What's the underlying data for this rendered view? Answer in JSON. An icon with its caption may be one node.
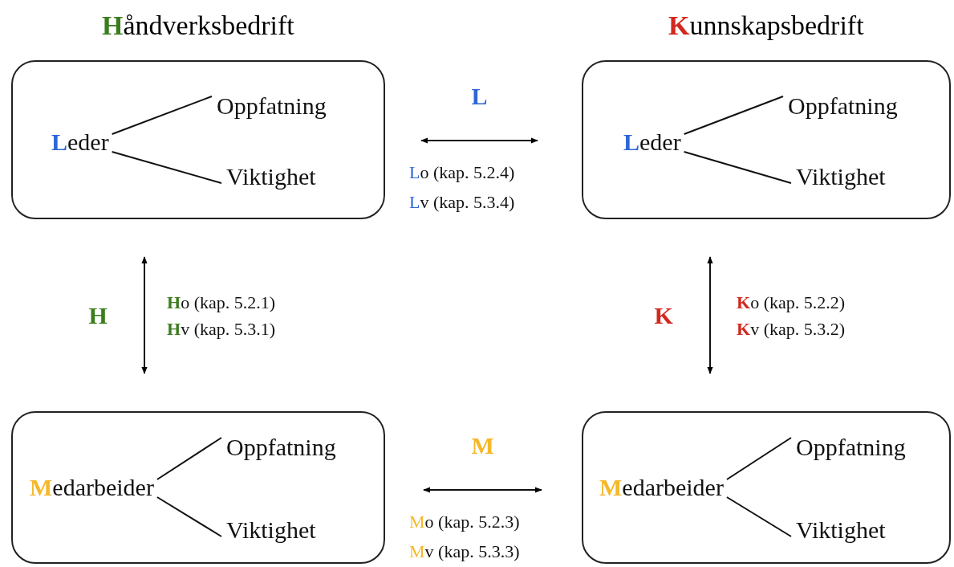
{
  "diagram": {
    "nodes": [
      {
        "text": [
          "Håndverksbedrift"
        ]
      },
      {
        "text": [
          "Leder"
        ],
        "in": 0
      },
      {
        "text": [
          "Oppfatning"
        ],
        "in": 0
      },
      {
        "text": [
          "Viktighet"
        ],
        "in": 0
      },
      {
        "text": [
          "Kunnskapsbedrift"
        ]
      },
      {
        "text": [
          "Leder"
        ],
        "in": 4
      },
      {
        "text": [
          "Oppfatning"
        ],
        "in": 4
      },
      {
        "text": [
          "Viktighet"
        ],
        "in": 4
      },
      {
        "text": [],
        "shape": "box"
      },
      {
        "text": [
          "Medarbeider"
        ],
        "in": 8
      },
      {
        "text": [
          "Oppfatning"
        ],
        "in": 8
      },
      {
        "text": [
          "Viktighet"
        ],
        "in": 8
      },
      {
        "text": [],
        "shape": "box"
      },
      {
        "text": [
          "Medarbeider"
        ],
        "in": 12
      },
      {
        "text": [
          "Oppfatning"
        ],
        "in": 12
      },
      {
        "text": [
          "Viktighet"
        ],
        "in": 12
      }
    ],
    "edges": [
      {
        "from": 1,
        "to": 2,
        "arrow": "none"
      },
      {
        "from": 1,
        "to": 3,
        "arrow": "none"
      },
      {
        "from": 5,
        "to": 6,
        "arrow": "none"
      },
      {
        "from": 5,
        "to": 7,
        "arrow": "none"
      },
      {
        "from": 9,
        "to": 10,
        "arrow": "none"
      },
      {
        "from": 9,
        "to": 11,
        "arrow": "none"
      },
      {
        "from": 13,
        "to": 14,
        "arrow": "none"
      },
      {
        "from": 13,
        "to": 15,
        "arrow": "none"
      },
      {
        "from": 0,
        "to": 4,
        "arrow": "both",
        "label": "L"
      },
      {
        "from": 0,
        "to": 8,
        "arrow": "both",
        "label": "H"
      },
      {
        "from": 4,
        "to": 12,
        "arrow": "both",
        "label": "K"
      },
      {
        "from": 8,
        "to": 12,
        "arrow": "both",
        "label": "M"
      }
    ],
    "labels": [
      "Lo (kap. 5.2.4)",
      "Lv (kap. 5.3.4)",
      "Ho (kap. 5.2.1)",
      "Hv (kap. 5.3.1)",
      "Ko (kap. 5.2.2)",
      "Kv (kap. 5.3.2)",
      "Mo (kap. 5.2.3)",
      "Mv (kap. 5.3.3)"
    ]
  }
}
